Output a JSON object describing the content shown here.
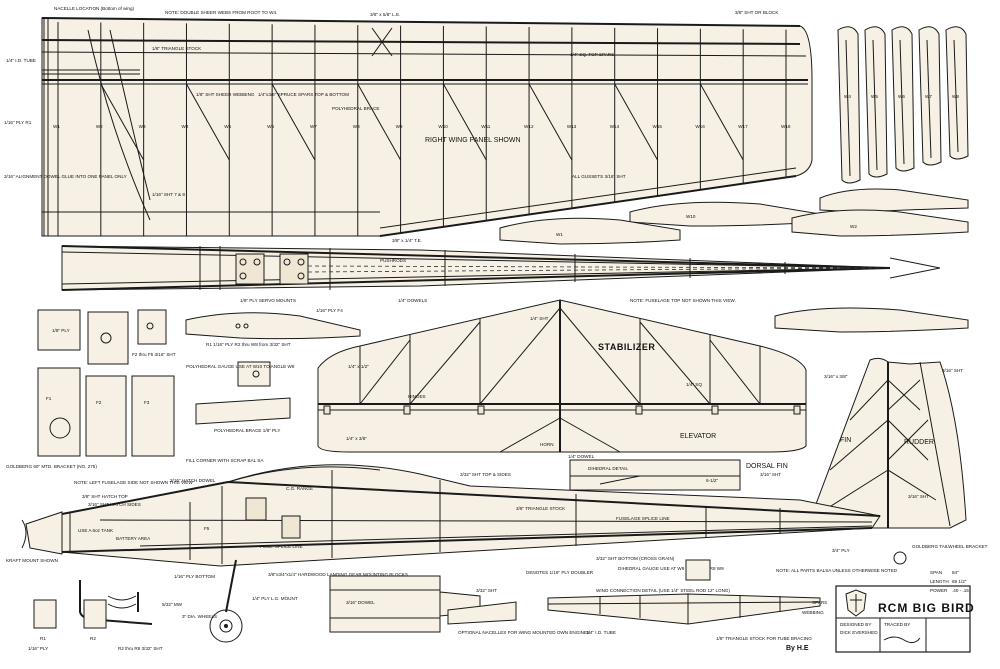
{
  "title_block": {
    "title": "RCM BIG BIRD",
    "designed_label": "DESIGNED BY",
    "designed_value": "DICK EVERSHED",
    "traced_label": "TRACED BY",
    "byline": "By H.E",
    "specs": [
      {
        "label": "SPAN",
        "value": "84\""
      },
      {
        "label": "LENGTH",
        "value": "69 1/2\""
      },
      {
        "label": "POWER",
        "value": ".40 - .15"
      }
    ]
  },
  "wing": {
    "notes": {
      "nacelle": "NACELLE LOCATION (Bottom of wing)",
      "double_shear": "NOTE: DOUBLE SHEER WEBS FROM ROOT TO W4.",
      "le": "3/8\" x 5/8\" L.E.",
      "tip_block": "3/8\" SHT OR BLOCK",
      "triangle_stock": "1/8\" TRIANGLE STOCK",
      "tube": "1/4\" I.D. TUBE",
      "shear_webbing": "1/8\" SHT SHEER WEBBING",
      "spruce_spars": "1/4\"x3/8\" SPRUCE SPARS TOP & BOTTOM",
      "poly_brace": "POLYHEDRAL BRACE",
      "sq_spars": "1/4\" SQ. TOP SPARS",
      "ply_r1": "1/16\" PLY R1",
      "dowel": "3/16\" ALIGNMENT DOWEL GLUE INTO ONE PANEL ONLY",
      "sht_r8": "1/16\" SHT 7 & 8",
      "right_panel": "RIGHT WING PANEL SHOWN",
      "gussets": "ALL GUSSETS 3/16\" SHT",
      "te": "3/8\" x 1/4\" T.E."
    },
    "ribs": [
      "W1",
      "W2",
      "W3",
      "W4",
      "W5",
      "W6",
      "W7",
      "W8",
      "W9",
      "W10",
      "W11",
      "W12",
      "W13",
      "W14",
      "W15",
      "W16",
      "W17",
      "W18"
    ],
    "tip_ribs": [
      "W4",
      "W5",
      "W6",
      "W7",
      "W8"
    ],
    "rib_templates": [
      "W10",
      "W1",
      "W2"
    ]
  },
  "fuselage_top": {
    "pushrods": "PUSHRODS",
    "servo_mounts": "1/8\" PLY SERVO MOUNTS",
    "ply_f4": "1/16\" PLY F4",
    "dowels": "1/4\" DOWELS",
    "note": "NOTE: FUSELAGE TOP NOT SHOWN THIS VIEW."
  },
  "formers": {
    "labels": [
      "F1",
      "F2",
      "F3",
      "F4",
      "F5"
    ],
    "f2_f5": "F2 thru F5 3/16\" SHT",
    "ply_note": "1/8\" PLY",
    "rib_note": "R1 1/16\" PLY  R2 thru W8 from 3/32\" SHT",
    "gauge": "POLYHEDRAL GAUGE USE AT W10 TO ANGLE W8",
    "brace": "POLYHEDRAL BRACE 1/8\" PLY"
  },
  "stabilizer": {
    "name": "STABILIZER",
    "elevator": "ELEVATOR",
    "hinges": "HINGES",
    "horn": "HORN",
    "dowel": "1/4\" DOWEL",
    "sht": "1/4\" SHT",
    "sq": "1/4\" SQ",
    "strip": "1/4\" x 1/2\"",
    "combo": "1/4\" x 3/8\""
  },
  "fin": {
    "name": "FIN",
    "rudder": "RUDDER",
    "dorsal": "DORSAL FIN",
    "dorsal_sht": "3/16\" SHT",
    "dihedral": "DIHEDRAL DETAIL",
    "dihedral_value": "6-1/2\"",
    "strip": "3/16\" x 3/8\"",
    "sht": "3/16\" SHT",
    "ply": "3/4\" PLY",
    "tailwheel": "GOLDBERG TAILWHEEL BRACKET"
  },
  "fuselage_side": {
    "engine_mount": "GOLDBERG 60\" MTD. BRACKET (NO. 275)",
    "kraft": "KRAFT MOUNT SHOWN",
    "note_left": "NOTE: LEFT FUSELAGE SIDE NOT SHOWN THIS VIEW",
    "hatch": "3/8\" SHT HATCH TOP",
    "hatch_sides": "3/16\" SHT HATCH SIDES",
    "fill_corner": "FILL CORNER WITH SCRAP BAL SA",
    "hatch_dowel": "3/16\" HATCH DOWEL",
    "cg": "C.G. RANGE",
    "battery": "BATTERY AREA",
    "tank": "USE A 6oz TANK",
    "top_sides": "3/32\" SHT TOP & SIDES",
    "triangle": "3/8\" TRIANGLE STOCK",
    "fuse_splice": "FUSE. SPLICE LINE",
    "fuselage_splice": "FUSELAGE SPLICE LINE",
    "ply_bottom": "1/16\" PLY BOTTOM",
    "bottom_sht": "3/32\" SHT BOTTOM (CROSS GRAIN)",
    "f5": "F5",
    "landing_gear": "3/8\"x3/4\"x1/4\" HARDWOOD LANDING GEAR MOUNTING BLOCKS",
    "lg_mount": "1/4\" PLY L.G. MOUNT",
    "wire": "5/32\" MW",
    "wheels": "3\" DIA. WHEELS",
    "doubler": "DENOTES 1/16\" PLY DOUBLER",
    "note_balsa": "NOTE: ALL PARTS BALSA UNLESS OTHERWISE NOTED"
  },
  "nacelles": {
    "label": "OPTIONAL NACELLES FOR WING MOUNTED OWN ENGINES",
    "dowel": "3/16\" DOWEL",
    "sht": "3/32\" SHT"
  },
  "wing_connection": {
    "label": "WING CONNECTION DETAIL (USE 1/4\" STEEL ROD 12\" LONG)",
    "dihedral_gauge": "DIHEDRAL GAUGE USE AT W9 TO ANGLE R8 W9",
    "tube": "1/4\" I.D. TUBE",
    "webbing": "WEBBING",
    "spars": "SPARS",
    "triangle": "1/8\" TRIANGLE STOCK FOR TUBE BRACING"
  },
  "small_parts": {
    "r1": "R1",
    "r2": "R2",
    "ply_r1": "1/16\" PLY",
    "r2_note": "R2 thru R8 3/32\" SHT"
  }
}
